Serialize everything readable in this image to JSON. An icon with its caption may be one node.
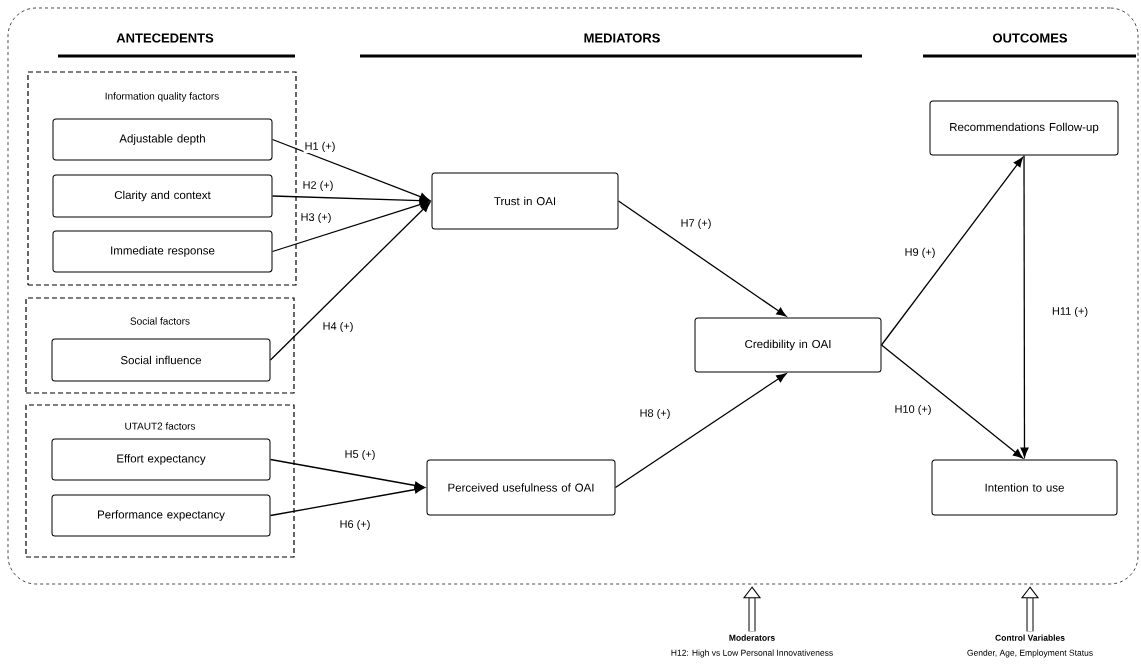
{
  "diagram": {
    "nodes": [
      {
        "text": [],
        "shape": "box"
      },
      {
        "text": [
          "Information quality factors"
        ],
        "in": 0
      },
      {
        "text": [
          "Adjustable depth"
        ],
        "in": 1
      },
      {
        "text": [
          "Clarity and context"
        ],
        "in": 1
      },
      {
        "text": [
          "Immediate response"
        ],
        "in": 1
      },
      {
        "text": [
          "Social factors"
        ],
        "in": 0
      },
      {
        "text": [
          "Social influence"
        ],
        "in": 5
      },
      {
        "text": [
          "UTAUT2 factors"
        ],
        "in": 0
      },
      {
        "text": [
          "Effort expectancy"
        ],
        "in": 7
      },
      {
        "text": [
          "Performance expectancy"
        ],
        "in": 7
      },
      {
        "text": [
          "Trust in OAI"
        ],
        "in": 0
      },
      {
        "text": [
          "Perceived usefulness of OAI"
        ],
        "in": 0
      },
      {
        "text": [
          "Credibility in OAI"
        ],
        "in": 0
      },
      {
        "text": [
          "Recommendations Follow-up"
        ],
        "in": 0
      },
      {
        "text": [
          "Intention to use"
        ],
        "in": 0
      },
      {
        "text": [
          "Moderators",
          "H12: High vs Low Personal Innovativeness"
        ]
      },
      {
        "text": [
          "Control Variables",
          "Gender, Age, Employment Status"
        ]
      }
    ],
    "edges": [
      {
        "from": 2,
        "to": 10,
        "arrow": "to",
        "label": "H1 (+)"
      },
      {
        "from": 3,
        "to": 10,
        "arrow": "to",
        "label": "H2 (+)"
      },
      {
        "from": 4,
        "to": 10,
        "arrow": "to",
        "label": "H3 (+)"
      },
      {
        "from": 6,
        "to": 10,
        "arrow": "to",
        "label": "H4 (+)"
      },
      {
        "from": 8,
        "to": 11,
        "arrow": "to",
        "label": "H5 (+)"
      },
      {
        "from": 9,
        "to": 11,
        "arrow": "to",
        "label": "H6 (+)"
      },
      {
        "from": 10,
        "to": 12,
        "arrow": "to",
        "label": "H7 (+)"
      },
      {
        "from": 11,
        "to": 12,
        "arrow": "to",
        "label": "H8 (+)"
      },
      {
        "from": 12,
        "to": 13,
        "arrow": "to",
        "label": "H9 (+)"
      },
      {
        "from": 12,
        "to": 14,
        "arrow": "to",
        "label": "H10 (+)"
      },
      {
        "from": 13,
        "to": 14,
        "arrow": "to",
        "label": "H11 (+)"
      },
      {
        "from": 15,
        "to": 0,
        "arrow": "to",
        "style": "thick"
      },
      {
        "from": 16,
        "to": 0,
        "arrow": "to",
        "style": "thick"
      }
    ],
    "labels": [
      "ANTECEDENTS",
      "MEDIATORS",
      "OUTCOMES"
    ]
  }
}
